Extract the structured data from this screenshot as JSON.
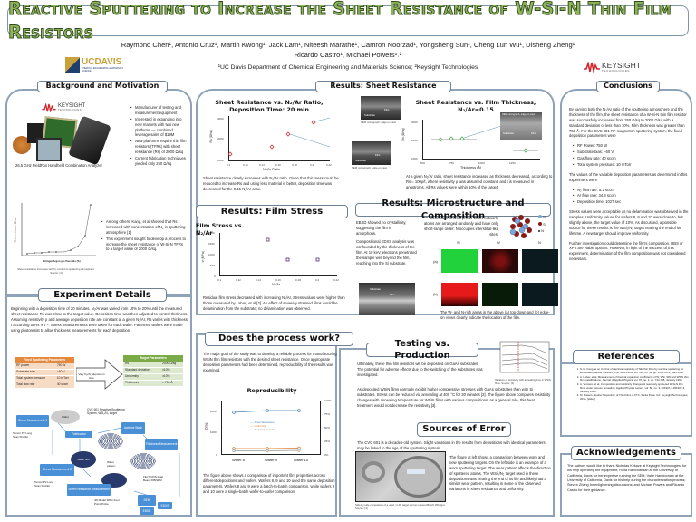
{
  "title": "Reactive Sputtering to Increase the Sheet Resistance of W-Si-N Thin Film Resistors",
  "authors_line1": "Raymond Chen¹, Antonio Cruz¹, Martin Kwong¹, Jack Lam¹, Niteesh Marathe¹, Camron Noorzad¹, Yongsheng Sun¹, Cheng Lun Wu¹, Disheng Zheng¹",
  "authors_line2": "Ricardo Castro¹, Michael Powers¹˒²",
  "affiliation": "¹UC Davis Department of Chemical Engineering and Materials Science; ²Keysight Technologies",
  "logos": {
    "left": "UCDAVIS",
    "left_sub": "CHEMICAL ENGINEERING & MATERIALS SCIENCE",
    "right": "KEYSIGHT",
    "right_sub": "TECHNOLOGIES"
  },
  "background": {
    "header": "Background and Motivation",
    "keysight_logo": "KEYSIGHT",
    "keysight_sub": "TECHNOLOGIES",
    "product_caption": "26.5 GHz FieldFox Handheld Combination Analyzer",
    "bullets1": [
      "Manufacturer of testing and measurement equipment",
      "Interested in expanding into new markets with two new platforms — combined leverage sales of $19M",
      "New platforms require thin film resistors (TFRs) with sheet resistance (Rs) of 2000 Ω/sq",
      "Current fabrication techniques yielded only 250 Ω/sq"
    ],
    "chart_caption": "Sheet resistance increases with N₂ content in sputtering atmosphere. Source: [1]",
    "chart_xlabel": "Nitrogen/Argon gas flow ratio (%)",
    "chart_ylabel": "Sheet resistance (Ω/sq)",
    "bullets2": [
      "Among others, Kang, et al showed that Rs increased with concentration of N₂ in sputtering atmosphere [1]",
      "This experiment sought to develop a process to increase the sheet resistance of W-Si-N TFRs to a target value of 2000 Ω/sq."
    ]
  },
  "experiment": {
    "header": "Experiment Details",
    "text": "Beginning with a deposition time of 20 minutes, N₂/Ar was varied from 10% to 20% until the measured sheet resistance Rs was close to the target value. Deposition time was then adjusted to control thickness. Assuming resistivity ρ and average deposition rate are constant at a given N₂/Ar, Rs varies with thickness t according to Rs ∝ t⁻¹. Stress measurements were taken for each wafer. Patterned wafers were made using photoresist to allow thickness measurements for each deposition.",
    "fixed_table": {
      "title": "Fixed Sputtering Parameters",
      "rows": [
        [
          "RF power",
          "750 W"
        ],
        [
          "Substrate bias",
          "−60 V"
        ],
        [
          "Total system pressure",
          "10 mTorr"
        ],
        [
          "Total flow rate",
          "40 sccm"
        ]
      ]
    },
    "arrow_label": "Vary N₂/Ar, deposition time",
    "target_table": {
      "title": "Target Parameters",
      "rows": [
        [
          "Rs",
          "2000 Ω/sq"
        ],
        [
          "Standard deviation",
          "±10%"
        ],
        [
          "Uniformity",
          "±10%"
        ],
        [
          "Thickness",
          "> 750 Å"
        ]
      ]
    },
    "flow": {
      "sputter_title": "CVC 601 Reactive Sputtering System, WSi₂/N₂ target",
      "nodes": [
        "Stress Measurement 1",
        "Fabrication",
        "Acetone Wash",
        "Thickness Measurement",
        "Stress Measurement 2",
        "Sheet Resistance Measurement",
        "SEM",
        "EDXS",
        "EBSD"
      ],
      "ellipses": [
        "Wafer",
        "Wafer film",
        "Wafer pattern"
      ],
      "tool_labels": [
        "Tencor P2 Long Scan Profiler",
        "Tencor P2 Long Scan Profiler",
        "FEI SCIOS Dual Beam FIB/SEM",
        "4D Model 280C Four Point Probe"
      ]
    }
  },
  "sheet_resistance": {
    "header": "Results: Sheet Resistance",
    "chart1_title": "Sheet Resistance vs. N₂/Ar Ratio, Deposition Time: 20 min",
    "chart1_text": "Sheet resistance clearly increases with N₂/Ar ratio. Given that thickness could be reduced to increase Rs and using less material is better, deposition time was decreased for the 0.15 N₂/Ar case.",
    "chart2_title": "Sheet Resistance vs. Film Thickness, N₂/Ar=0.15",
    "chart2_text": "At a given N₂/Ar ratio, sheet resistance increased as thickness decreased, according to Rs = 100ρ/t, where resistivity ρ was assumed constant, and t is measured in angstroms. All Rs values were within 10% of the target.",
    "sem_caption": "SEM micrograph, edge-on view",
    "sem_labels": [
      "Film",
      "Substrate"
    ]
  },
  "film_stress": {
    "header": "Results: Film Stress",
    "chart_title": "Film Stress vs. N₂/Ar",
    "text": "Residual film stress decreased with increasing N₂/Ar. Stress values were higher than those measured by Lahav, et al [2]. An effect of severely stressed films would be delamination from the substrate; no delamination was observed."
  },
  "microstructure": {
    "header": "Results: Microstructure and Composition",
    "text1": "EBSD showed no crystallinity, suggesting the film is amorphous.",
    "text2": "Compositional EDXS analysis was confounded by the thickness of the film. At 10 keV, electrons penetrated the sample well beyond the film, reaching into the Si substrate.",
    "schematic_text": "Schematic of amorphous WSiN network: atoms are arranged randomly and have only short-range order; N occupies interstitial-like sites.",
    "legend": [
      "W",
      "Si",
      "N"
    ],
    "map_cols": [
      "Si",
      "W",
      "N"
    ],
    "row_labels": [
      "(a)",
      "(b)"
    ],
    "map_caption": "The W- and N-rich areas in the above (a) top-down and (b) edge-on views clearly indicate the location of the film.",
    "sem_labels": [
      "Substrate",
      "Film"
    ]
  },
  "process": {
    "header": "Does the process work?",
    "text": "The major goal of the study was to develop a reliable process for manufacturing WSiN thin film resistors with the desired sheet resistance. Once appropriate deposition parameters had been determined, reproducibility of the results was examined.",
    "chart_title": "Reproducibility",
    "caption": "The figure above shows a comparison of important film properties across different depositions and wafers. Wafers 8, 9 and 10 used the same deposition parameters. Wafers 8 and 9 were a batch-to-batch comparison, while wafers 9 and 10 were a single-batch wafer-to-wafer comparison."
  },
  "testing": {
    "header": "Testing vs. Production",
    "text1": "Ultimately, these thin film resistors will be deposited on GaAs substrates. The potential for adverse effects due to the switching of the substrates was investigated.",
    "fig_caption": "Variation of resistivity with annealing time in WSiN films. Source: [3]",
    "text2": "As-deposited WSiN films normally exhibit higher compressive stresses with GaAs substrates than with Si substrates. Stress can be reduced via annealing at 400 °C for 30 minutes [2]. The figure above compares resistivity changes with annealing temperature for WSiN films with various compositions: as a general rule, this heat treatment would not decrease the resistivity [3]."
  },
  "errors": {
    "header": "Sources of Error",
    "text1": "The CVC 601 is a decades-old system. Slight variations in the results from depositions with identical parameters may be linked to the age of the sputtering system.",
    "photo_caption": "Side-by-side comparison of a used, in-life target and an unused Bench Wharget. Source: [4]",
    "text2": "The figure at left shows a comparison between worn and new sputtering targets. On the left side is an example of a worn sputtering target. The wear pattern affects the direction of sputtered atoms. The WSi₂/N₂ target used in these depositions was nearing the end of its life and likely had a similar wear pattern, resulting in some of the observed variations in sheet resistance and uniformity."
  },
  "conclusions": {
    "header": "Conclusions",
    "intro": "By varying both the N₂/Ar ratio of the sputtering atmosphere and the thickness of the film, the sheet resistance of a W-Si-N thin film resistor was successfully increased from 250 Ω/sq to 2000 Ω/sq with a standard deviation of less than 10%. Film thickness was greater than 750 Å. For the CVC 601 RF magnetron sputtering system, the fixed deposition parameters were",
    "fixed": [
      "RF Power: 750 W",
      "Substrate bias: −60 V",
      "Gas flow rate: 40 sccm",
      "Total system pressure: 10 mTorr"
    ],
    "mid": "The values of the variable deposition parameters as determined in this experiment were",
    "variable": [
      "N₂ flow rate: 5.2 sccm",
      "Ar flow rate: 34.8 sccm",
      "Deposition time: 1027 sec"
    ],
    "para2": "Stress values were acceptable as no delamination was observed in the samples. Uniformity values for wafers 8, 9 and 10 were close to, but slightly above, the target value of 10%. As discussed, a possible source for these results is the WSi₂/N₂ target nearing the end of its lifetime. A new target should improve uniformity.",
    "para3": "Further investigation could determine the film's composition. RBS or XPS are viable options. However, in light of the success of this experiment, determination of the film composition was not considered necessary."
  },
  "references": {
    "header": "References",
    "items": [
      "S. M. Kang, et al, Control of electrical resistivity of TaN thin films by reactive sputtering for embedded passive resistors, Thin Solid Films, vol. 516, no. 11, pp. 3568-3571, April 2008.",
      "A. Lahav, et al, Measurement of thermal expansion coefficients of W, WSi, WN and WSiN thin film metallizations, Journal of Applied Physics, vol. 67, no. 2, pp. 734-738, January 1990.",
      "A. Vomiero, et al, Composition and resistivity changes of reactively sputtered W-Si-N thin films under vacuum annealing, Applied Physics Letters, vol. 88, no. 3, 031907-1-031907-3, January 2006.",
      "M. Powers, Sputter Deposition of Thin Films in FTC, Santa Rosa, CA: Keysight Technologies, 2015. [slides]"
    ]
  },
  "acknowledgements": {
    "header": "Acknowledgements",
    "text": "The authors would like to thank Nicholas Kirkaze at Keysight Technologies, for his help operating the equipment; Ripta Ranichandan at the University of California, Davis for her expertise running the SEM; Vahe Harotoonian at the University of California, Davis for his help during the characterization process; Steven Zhang for enlightening discussions; and Michael Powers and Ricardo Castro for their guidance."
  },
  "chart_data": [
    {
      "type": "line",
      "title": "Sheet resistance vs. Nitrogen/Argon gas flow ratio (source [1])",
      "xlabel": "Nitrogen/Argon gas flow ratio (%)",
      "ylabel": "Sheet resistance (Ω/sq)",
      "x": [
        0,
        1,
        2,
        3,
        4,
        5,
        6,
        7,
        8,
        9
      ],
      "values": [
        20,
        22,
        25,
        30,
        35,
        45,
        70,
        120,
        350,
        900
      ]
    },
    {
      "type": "scatter",
      "title": "Sheet Resistance vs. N₂/Ar Ratio, Deposition Time: 20 min",
      "xlabel": "N₂/Ar Ratio",
      "ylabel": "Rs (Ω/sq)",
      "x": [
        0.1,
        0.15,
        0.17,
        0.2
      ],
      "values": [
        1300,
        1650,
        2200,
        3100
      ],
      "xlim": [
        0.1,
        0.22
      ],
      "ylim": [
        1000,
        3000
      ],
      "xticks": [
        "0.1",
        "0.12",
        "0.14",
        "0.16",
        "0.18",
        "0.2",
        "0.22"
      ],
      "yticks": [
        "1000",
        "2000",
        "3000"
      ]
    },
    {
      "type": "scatter",
      "title": "Sheet Resistance vs. Film Thickness, N₂/Ar=0.15",
      "xlabel": "Thickness (Å)",
      "ylabel": "Rs (Ω/sq)",
      "x": [
        850,
        950,
        1030,
        1400
      ],
      "values": [
        1950,
        2000,
        2000,
        1550
      ],
      "xlim": [
        500,
        1500
      ],
      "ylim": [
        1000,
        3000
      ],
      "xticks": [
        "500",
        "750",
        "1000",
        "1250"
      ],
      "yticks": [
        "1000",
        "2000",
        "3000"
      ]
    },
    {
      "type": "scatter",
      "title": "Film Stress vs. N₂/Ar",
      "xlabel": "N₂/Ar",
      "ylabel": "σ (MPa)",
      "x": [
        0.15,
        0.17,
        0.2
      ],
      "values": [
        1650,
        800,
        780
      ],
      "xlim": [
        0.1,
        0.22
      ],
      "ylim": [
        0,
        2000
      ],
      "xticks": [
        "0.1",
        "0.12",
        "0.14",
        "0.16",
        "0.18",
        "0.2",
        "0.22"
      ],
      "yticks": [
        "0",
        "500",
        "1000",
        "1500",
        "2000"
      ]
    },
    {
      "type": "line",
      "title": "Reproducibility",
      "categories": [
        "Wafer 8",
        "Wafer 9",
        "Wafer 10"
      ],
      "series": [
        {
          "name": "Sheet Resistance",
          "values": [
            1980,
            2040,
            2040
          ],
          "axis": "left",
          "color": "#4a7fb5"
        },
        {
          "name": "Uniformity",
          "values": [
            12,
            12,
            12.5
          ],
          "axis": "right",
          "color": "#d97a2b"
        },
        {
          "name": "Standard Deviation",
          "values": [
            9,
            9,
            9.5
          ],
          "axis": "right",
          "color": "#999999"
        }
      ],
      "ylabel": "Ω/sq",
      "ylim": [
        0,
        2500
      ],
      "y2lim": [
        0,
        100
      ],
      "yticks": [
        "0",
        "1000",
        "2000"
      ],
      "y2ticks": [
        "0%",
        "25%",
        "50%",
        "75%",
        "100%"
      ]
    }
  ]
}
